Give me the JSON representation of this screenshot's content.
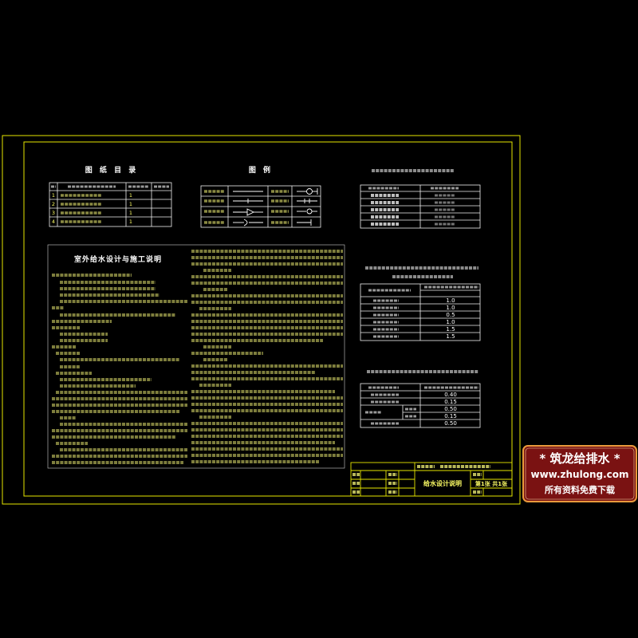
{
  "sheet": {
    "index": {
      "title": "图 纸 目 录",
      "rows": [
        {
          "no": "1",
          "count": "1"
        },
        {
          "no": "2",
          "count": "1"
        },
        {
          "no": "3",
          "count": "1"
        },
        {
          "no": "4",
          "count": "1"
        }
      ]
    },
    "legend": {
      "title": "图 例"
    },
    "notes": {
      "title": "室外给水设计与施工说明"
    },
    "table_mid": {
      "values": [
        "1.0",
        "1.0",
        "0.5",
        "1.0",
        "1.5",
        "1.5"
      ]
    },
    "table_low": {
      "values": [
        "0.40",
        "0.15",
        "0.50",
        "0.15",
        "0.50"
      ]
    },
    "title_block": {
      "drawing_name": "给水设计说明",
      "sheet_no": "第1张 共1张"
    }
  },
  "watermark": {
    "line1": "* 筑龙给排水 *",
    "line2": "www.zhulong.com",
    "line3": "所有资料免费下载"
  },
  "colors": {
    "background": "#000000",
    "frame": "#e6e600",
    "text": "#ffff66",
    "table_lines": "#f0f0f0",
    "watermark_bg": "#7a1212",
    "watermark_border": "#e89a3c"
  }
}
